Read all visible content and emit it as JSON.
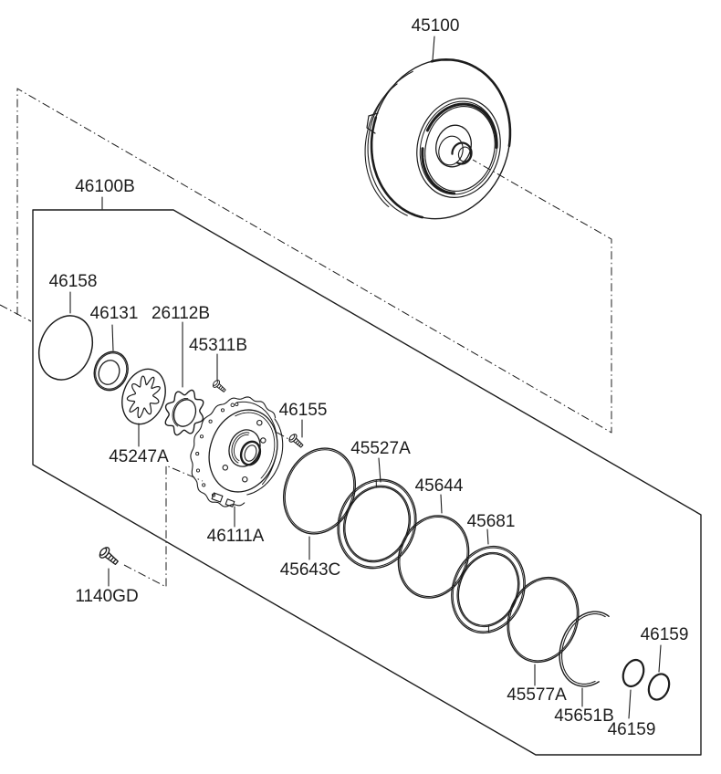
{
  "figure": {
    "background": "#ffffff",
    "ink": "#1c1c1c"
  },
  "labels": {
    "l45100": {
      "text": "45100"
    },
    "l46100B": {
      "text": "46100B"
    },
    "l46158": {
      "text": "46158"
    },
    "l46131": {
      "text": "46131"
    },
    "l26112B": {
      "text": "26112B"
    },
    "l45311B": {
      "text": "45311B"
    },
    "l45247A": {
      "text": "45247A"
    },
    "l46111A": {
      "text": "46111A"
    },
    "l46155": {
      "text": "46155"
    },
    "l45643C": {
      "text": "45643C"
    },
    "l45527A": {
      "text": "45527A"
    },
    "l45644": {
      "text": "45644"
    },
    "l45681": {
      "text": "45681"
    },
    "l45577A": {
      "text": "45577A"
    },
    "l45651B": {
      "text": "45651B"
    },
    "l46159_upper": {
      "text": "46159"
    },
    "l46159_lower": {
      "text": "46159"
    },
    "l1140GD": {
      "text": "1140GD"
    }
  }
}
